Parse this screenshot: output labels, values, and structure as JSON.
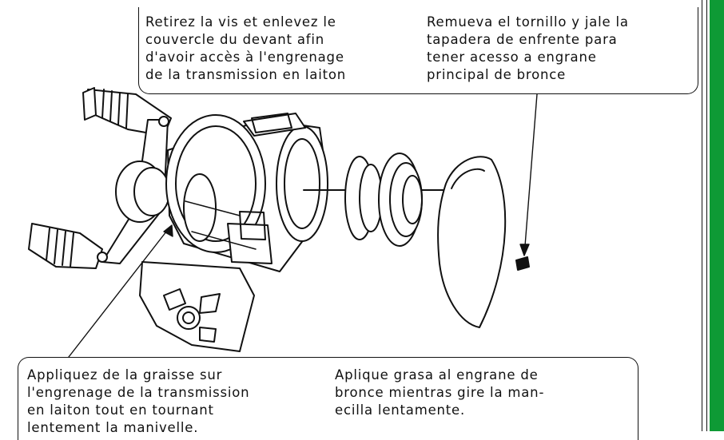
{
  "callout_top": {
    "french": [
      "Retirez la vis et enlevez le",
      "couvercle du devant afin",
      "d'avoir accès à l'engrenage",
      "de la transmission en laiton"
    ],
    "spanish": [
      "Remueva el tornillo y jale la",
      "tapadera de enfrente para",
      "tener acesso a engrane",
      "principal de bronce"
    ]
  },
  "callout_bottom": {
    "french": [
      "Appliquez de la graisse sur",
      "l'engrenage de la transmission",
      "en laiton tout en tournant",
      "lentement la manivelle."
    ],
    "spanish": [
      "Aplique grasa al engrane de",
      "bronce mientras gire la man-",
      "ecilla lentamente."
    ]
  },
  "colors": {
    "accent_tab": "#0e9a35",
    "line": "#111111"
  }
}
